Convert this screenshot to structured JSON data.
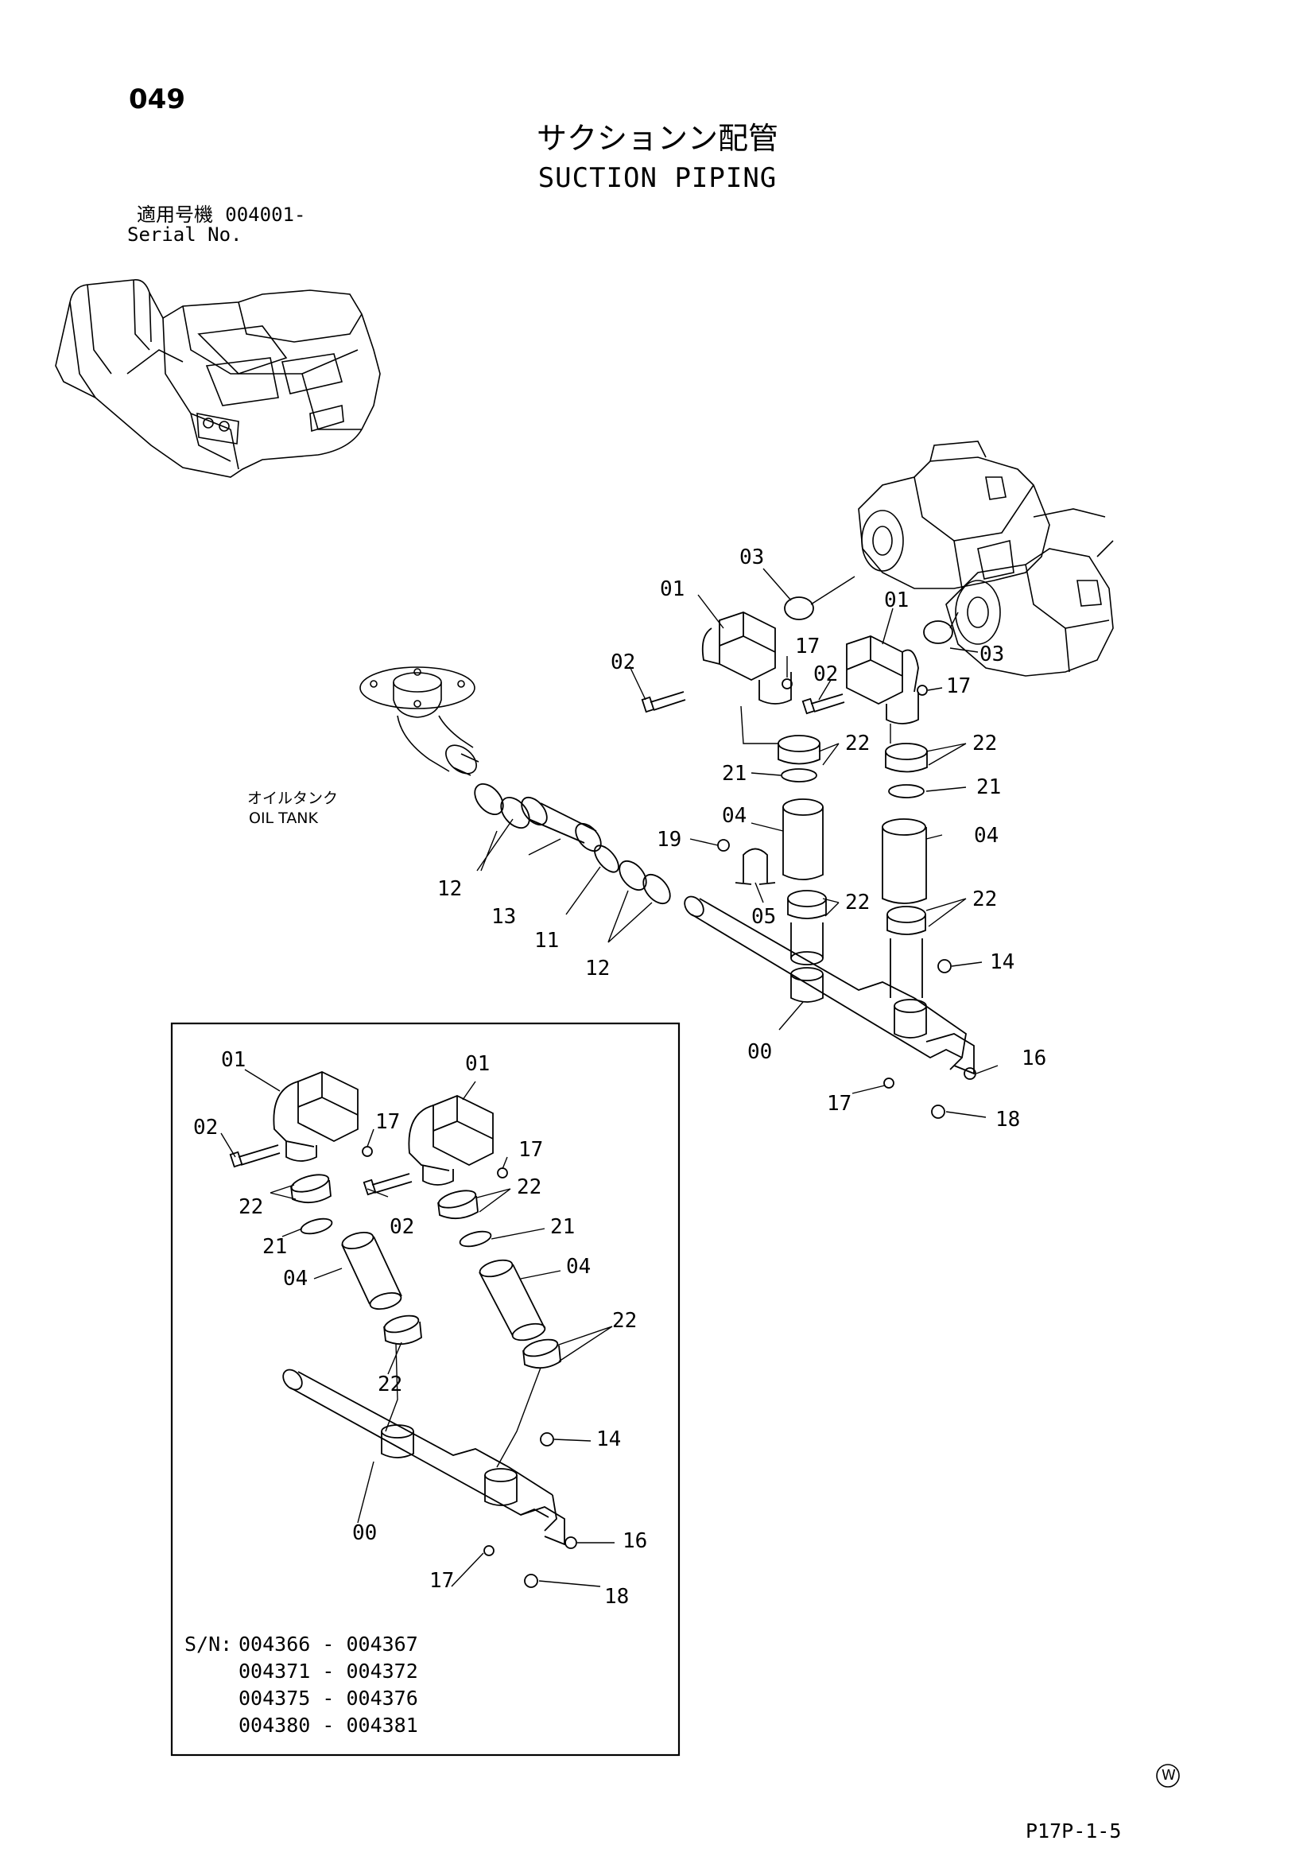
{
  "header": {
    "page_number": "049",
    "title_jp": "サクションン配管",
    "title_en": "SUCTION PIPING",
    "serial_label_jp": "適用号機",
    "serial_from": "004001-",
    "serial_label_en": "Serial No."
  },
  "oil_tank": {
    "label_jp": "オイルタンク",
    "label_en": "OIL TANK"
  },
  "main_labels": {
    "l03a": "03",
    "l01a": "01",
    "l01b": "01",
    "l03b": "03",
    "l02a": "02",
    "l17a": "17",
    "l02b": "02",
    "l17b": "17",
    "l22a": "22",
    "l22b": "22",
    "l21a": "21",
    "l21b": "21",
    "l04a": "04",
    "l04b": "04",
    "l19": "19",
    "l05": "05",
    "l22c": "22",
    "l22d": "22",
    "l12a": "12",
    "l13": "13",
    "l11": "11",
    "l12b": "12",
    "l14": "14",
    "l00": "00",
    "l16": "16",
    "l17c": "17",
    "l18": "18"
  },
  "inset_labels": {
    "l01a": "01",
    "l01b": "01",
    "l02a": "02",
    "l17a": "17",
    "l17b": "17",
    "l22a": "22",
    "l02b": "02",
    "l22b": "22",
    "l21a": "21",
    "l21b": "21",
    "l04a": "04",
    "l04b": "04",
    "l22c": "22",
    "l22d": "22",
    "l14": "14",
    "l00": "00",
    "l16": "16",
    "l17c": "17",
    "l18": "18"
  },
  "inset_serials": {
    "prefix": "S/N:",
    "ranges": [
      "004366 - 004367",
      "004371 - 004372",
      "004375 - 004376",
      "004380 - 004381"
    ]
  },
  "footer": {
    "w_mark": "W",
    "page_code": "P17P-1-5"
  }
}
